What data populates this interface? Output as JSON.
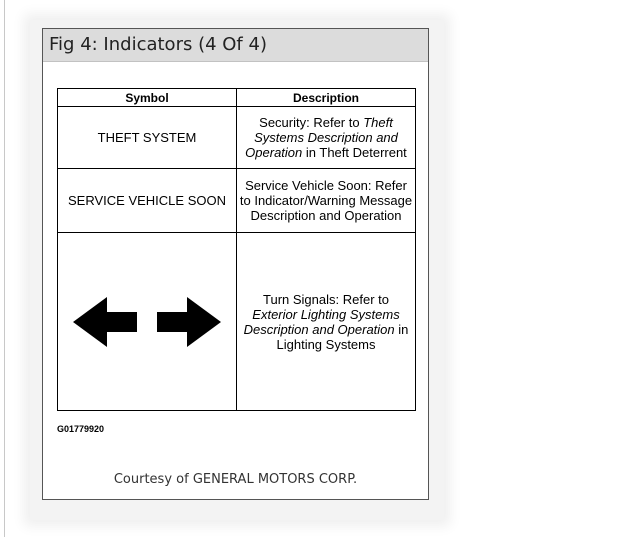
{
  "figure": {
    "title": "Fig 4: Indicators (4 Of 4)",
    "code": "G01779920",
    "courtesy": "Courtesy of GENERAL MOTORS CORP."
  },
  "table": {
    "headers": [
      "Symbol",
      "Description"
    ],
    "rows": [
      {
        "symbol": "THEFT SYSTEM",
        "description": [
          {
            "text": "Security: Refer to ",
            "italic": false
          },
          {
            "text": "Theft Systems Description and Operation",
            "italic": true
          },
          {
            "text": " in Theft Deterrent",
            "italic": false
          }
        ]
      },
      {
        "symbol": "SERVICE VEHICLE SOON",
        "description": [
          {
            "text": "Service Vehicle Soon: Refer to Indicator/Warning Message Description and Operation",
            "italic": false
          }
        ]
      },
      {
        "symbol_icons": [
          "left-arrow-icon",
          "right-arrow-icon"
        ],
        "description": [
          {
            "text": "Turn Signals: Refer to ",
            "italic": false
          },
          {
            "text": "Exterior Lighting Systems Description and Operation",
            "italic": true
          },
          {
            "text": " in Lighting Systems",
            "italic": false
          }
        ]
      }
    ]
  }
}
